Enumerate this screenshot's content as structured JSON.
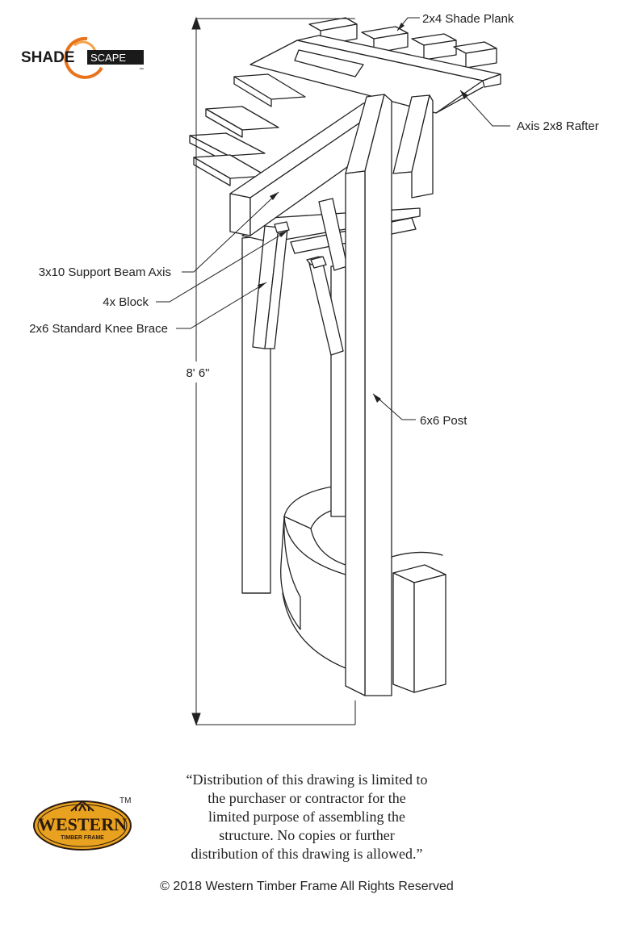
{
  "brand": {
    "shadescape_logo": {
      "word_left": "SHADE",
      "word_right": "SCAPE",
      "mark": "™"
    },
    "western_logo": {
      "main": "WESTERN",
      "sub": "TIMBER FRAME",
      "mark": "TM"
    }
  },
  "callouts": {
    "shade_plank": "2x4 Shade Plank",
    "rafter": "Axis 2x8 Rafter",
    "support_beam": "3x10 Support Beam Axis",
    "block": "4x Block",
    "knee_brace": "2x6 Standard Knee Brace",
    "post": "6x6 Post"
  },
  "dimension": {
    "height": "8' 6\""
  },
  "notice": {
    "lines": [
      "“Distribution of this drawing is limited to",
      "the purchaser or contractor for the",
      "limited purpose of assembling the",
      "structure. No copies or further",
      "distribution of this drawing is allowed.”"
    ]
  },
  "copyright": "© 2018 Western Timber Frame All Rights Reserved",
  "colors": {
    "line": "#222222",
    "orange": "#e8731d",
    "gold": "#e9a21f",
    "brown": "#2b1a0e"
  }
}
